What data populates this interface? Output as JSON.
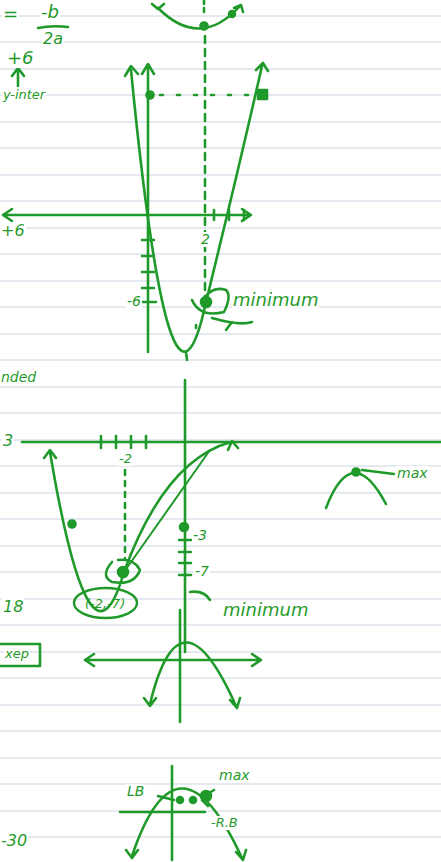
{
  "diagram": {
    "nodes": [
      {
        "text": [
          "(-2,-7)"
        ]
      }
    ],
    "labels": [
      "=",
      "-b",
      "2a",
      "+6",
      "y-inter",
      "+6",
      "2",
      "-6",
      "minimum",
      "nded",
      "3",
      "-2",
      "max",
      "-3",
      "18",
      "-7",
      "minimum",
      "xep",
      "LB",
      "max",
      "-R.B",
      "-30"
    ]
  }
}
